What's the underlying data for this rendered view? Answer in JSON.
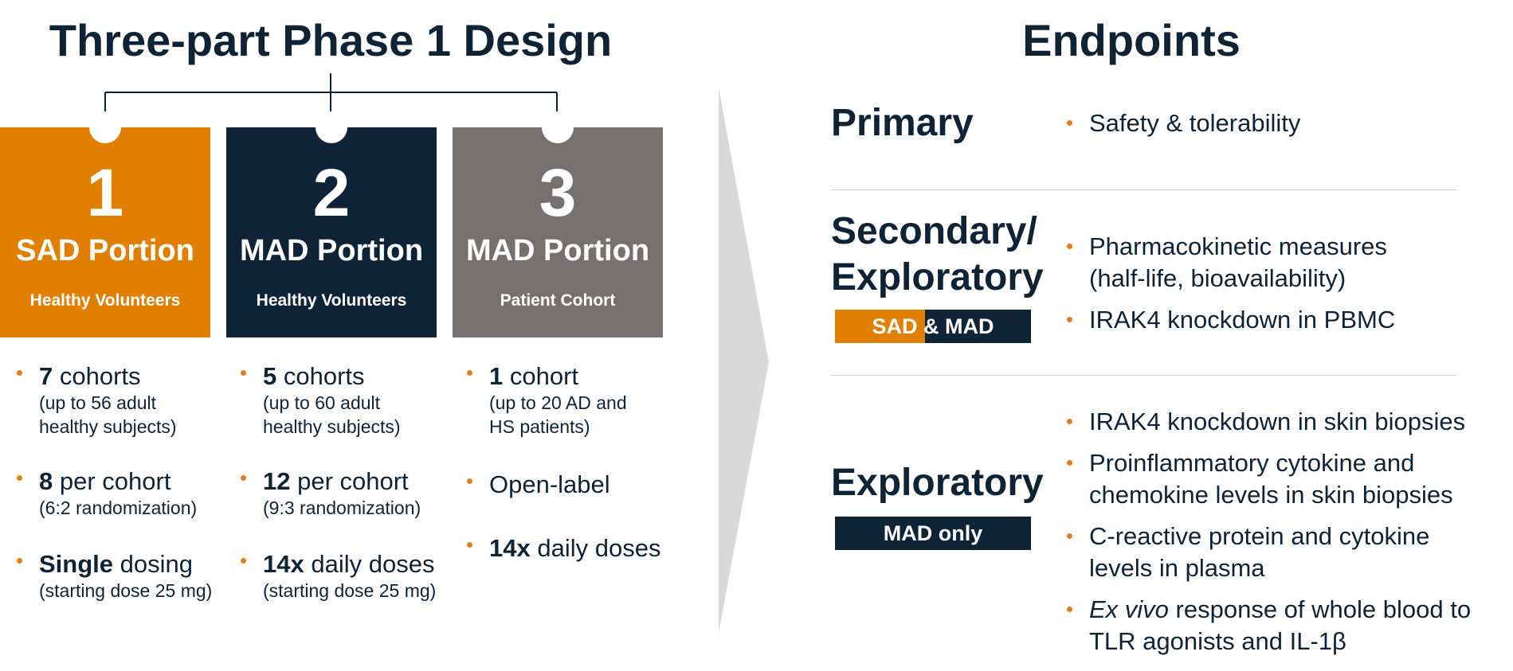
{
  "left": {
    "title": "Three-part Phase 1 Design",
    "parts": [
      {
        "number": "1",
        "portion": "SAD Portion",
        "subtitle": "Healthy Volunteers",
        "color": "#e07f00",
        "bullets": [
          {
            "bold": "7",
            "rest": " cohorts",
            "detail": "(up to 56 adult\nhealthy subjects)"
          },
          {
            "bold": "8",
            "rest": " per cohort",
            "detail": "(6:2 randomization)"
          },
          {
            "bold": "Single",
            "rest": " dosing",
            "detail": "(starting dose 25 mg)"
          }
        ]
      },
      {
        "number": "2",
        "portion": "MAD Portion",
        "subtitle": "Healthy Volunteers",
        "color": "#0f2336",
        "bullets": [
          {
            "bold": "5",
            "rest": " cohorts",
            "detail": "(up to 60 adult\nhealthy subjects)"
          },
          {
            "bold": "12",
            "rest": " per cohort",
            "detail": "(9:3 randomization)"
          },
          {
            "bold": "14x",
            "rest": " daily doses",
            "detail": "(starting dose 25 mg)"
          }
        ]
      },
      {
        "number": "3",
        "portion": "MAD Portion",
        "subtitle": "Patient Cohort",
        "color": "#757170",
        "bullets": [
          {
            "bold": "1",
            "rest": " cohort",
            "detail": "(up to 20 AD and\nHS patients)"
          },
          {
            "bold": "",
            "rest": "Open-label",
            "detail": ""
          },
          {
            "bold": "14x",
            "rest": " daily doses",
            "detail": ""
          }
        ]
      }
    ]
  },
  "right": {
    "title": "Endpoints",
    "primary": {
      "label": "Primary",
      "items": [
        "Safety & tolerability"
      ]
    },
    "secondary": {
      "label_line1": "Secondary/",
      "label_line2": "Exploratory",
      "tag_left": "SAD",
      "tag_amp": "&",
      "tag_right": "MAD",
      "items": [
        "Pharmacokinetic measures\n(half-life, bioavailability)",
        "IRAK4 knockdown in PBMC"
      ]
    },
    "exploratory": {
      "label": "Exploratory",
      "tag": "MAD only",
      "items": [
        "IRAK4 knockdown in skin biopsies",
        "Proinflammatory cytokine and\nchemokine levels in skin biopsies",
        "C-reactive protein and cytokine\nlevels in plasma"
      ],
      "last_item_italic": "Ex vivo",
      "last_item_rest": " response of whole blood to\nTLR agonists and IL-1β"
    }
  },
  "colors": {
    "accent": "#e07f1d",
    "navy": "#0f2336",
    "gray": "#757170",
    "divider": "#cfcfcf"
  }
}
